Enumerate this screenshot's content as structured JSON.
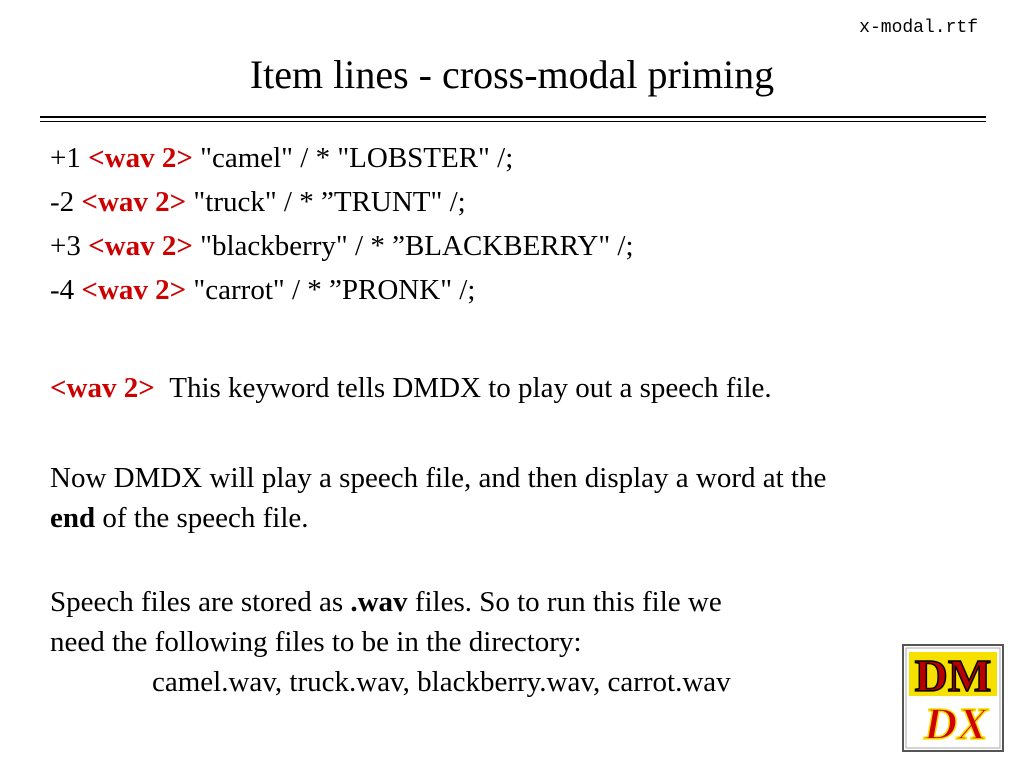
{
  "header": {
    "filename": "x-modal.rtf",
    "title": "Item lines - cross-modal priming"
  },
  "items": [
    {
      "num": "+1",
      "keyword": "<wav 2>",
      "rest": " \"camel\" / * \"LOBSTER\" /;"
    },
    {
      "num": "-2",
      "keyword": "<wav 2>",
      "rest": " \"truck\" / * ”TRUNT\" /;"
    },
    {
      "num": "+3",
      "keyword": "<wav 2>",
      "rest": " \"blackberry\" / * ”BLACKBERRY\" /;"
    },
    {
      "num": "-4",
      "keyword": "<wav 2>",
      "rest": " \"carrot\" / * ”PRONK\" /;"
    }
  ],
  "keyword_note": {
    "keyword": "<wav 2>",
    "text": "This keyword tells DMDX to play out a speech file."
  },
  "paragraph1": {
    "line1": "Now DMDX will play a speech file, and then display a word at the",
    "bold": "end",
    "line2_rest": " of the speech file."
  },
  "paragraph2": {
    "line1_a": "Speech files are stored as ",
    "line1_bold": ".wav",
    "line1_b": " files. So to run this file we",
    "line2": "need the following files to be in the directory:",
    "files": "camel.wav, truck.wav, blackberry.wav, carrot.wav"
  },
  "logo": {
    "top_text": "DM",
    "bottom_text": "DX",
    "colors": {
      "top": "#cc0000",
      "bottom": "#cc0000",
      "bg": "#f5e000",
      "frame": "#888888"
    }
  }
}
